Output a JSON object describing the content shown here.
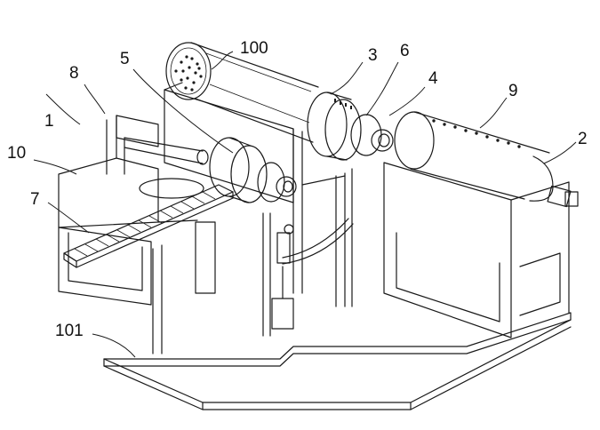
{
  "labels": {
    "l100": "100",
    "l8": "8",
    "l5": "5",
    "l3": "3",
    "l6": "6",
    "l4": "4",
    "l9": "9",
    "l1": "1",
    "l2": "2",
    "l10": "10",
    "l7": "7",
    "l101": "101"
  }
}
